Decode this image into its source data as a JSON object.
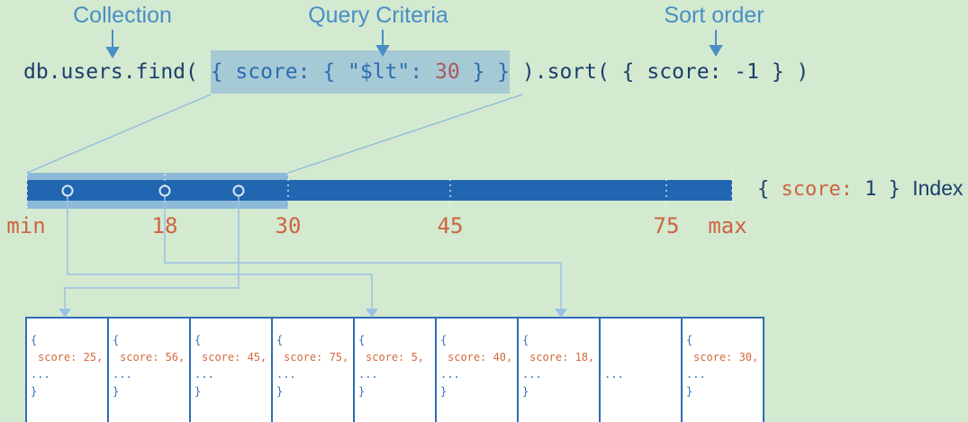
{
  "palette": {
    "background": "#d3ead0",
    "annotation_blue": "#4a8ec5",
    "code_navy": "#1b3e6b",
    "code_blue": "#2b6cb0",
    "code_red": "#a85b5b",
    "orange": "#cd6440",
    "bar_blue": "#2166b1",
    "bar_highlight": "#8dbad8",
    "code_highlight_bg": "#a6c9d6",
    "connector_blue": "#9cc0e4",
    "box_border": "#2e6cb4"
  },
  "annotations": {
    "collection": "Collection",
    "query_criteria": "Query Criteria",
    "sort_order": "Sort order"
  },
  "code": {
    "before": "db.users.find( ",
    "query_open": "{ score: { \"$lt\": ",
    "query_value": "30",
    "query_close": " } }",
    "after": " ).sort( { score: -1 } )"
  },
  "index_bar": {
    "ticks": [
      "min",
      "18",
      "30",
      "45",
      "75",
      "max"
    ],
    "label": {
      "brace_open": "{ ",
      "key": "score:",
      "value": " 1",
      "brace_close": " } ",
      "suffix": "Index"
    }
  },
  "documents": [
    {
      "open": "{",
      "score": "score: 25,",
      "ellipsis": "...",
      "close": "}"
    },
    {
      "open": "{",
      "score": "score: 56,",
      "ellipsis": "...",
      "close": "}"
    },
    {
      "open": "{",
      "score": "score: 45,",
      "ellipsis": "...",
      "close": "}"
    },
    {
      "open": "{",
      "score": "score: 75,",
      "ellipsis": "...",
      "close": "}"
    },
    {
      "open": "{",
      "score": "score: 5,",
      "ellipsis": "...",
      "close": "}"
    },
    {
      "open": "{",
      "score": "score: 40,",
      "ellipsis": "...",
      "close": "}"
    },
    {
      "open": "{",
      "score": "score: 18,",
      "ellipsis": "...",
      "close": "}"
    },
    {
      "ellipsis": "..."
    },
    {
      "open": "{",
      "score": "score: 30,",
      "ellipsis": "...",
      "close": "}"
    }
  ]
}
